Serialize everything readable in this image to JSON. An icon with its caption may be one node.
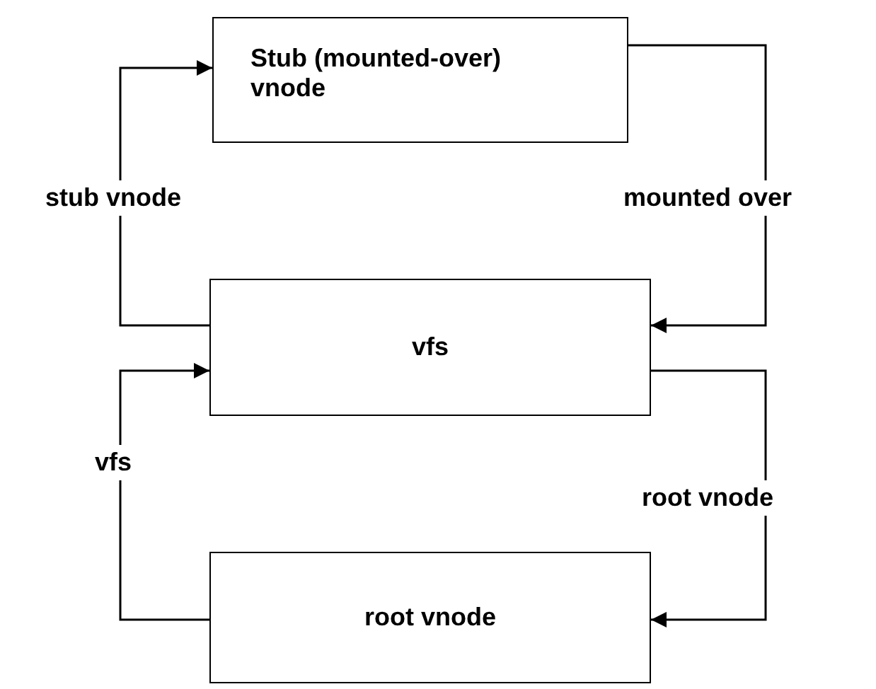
{
  "diagram": {
    "nodes": [
      {
        "text": [
          "Stub (mounted-over) vnode"
        ]
      },
      {
        "text": [
          "vfs"
        ]
      },
      {
        "text": [
          "root vnode"
        ]
      }
    ],
    "edges": [
      {
        "from": 1,
        "to": 0,
        "arrow": "to",
        "label": "stub vnode"
      },
      {
        "from": 0,
        "to": 1,
        "arrow": "to",
        "label": "mounted over"
      },
      {
        "from": 2,
        "to": 1,
        "arrow": "to",
        "label": "vfs"
      },
      {
        "from": 1,
        "to": 2,
        "arrow": "to",
        "label": "root vnode"
      }
    ]
  }
}
